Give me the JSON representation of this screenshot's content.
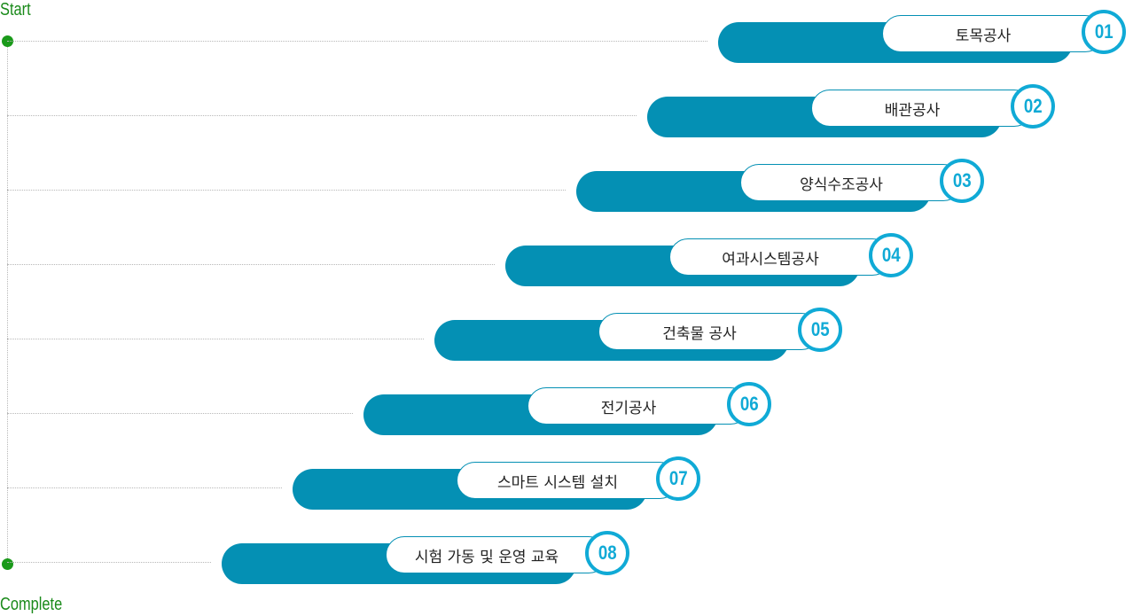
{
  "timeline": {
    "start_label": "Start",
    "end_label": "Complete"
  },
  "steps": [
    {
      "number": "01",
      "label": "토목공사"
    },
    {
      "number": "02",
      "label": "배관공사"
    },
    {
      "number": "03",
      "label": "양식수조공사"
    },
    {
      "number": "04",
      "label": "여과시스템공사"
    },
    {
      "number": "05",
      "label": "건축물 공사"
    },
    {
      "number": "06",
      "label": "전기공사"
    },
    {
      "number": "07",
      "label": "스마트 시스템 설치"
    },
    {
      "number": "08",
      "label": "시험 가동 및 운영 교육"
    }
  ],
  "colors": {
    "bar": "#0490b4",
    "number": "#10aad6",
    "timeline": "#1a9a1a"
  }
}
